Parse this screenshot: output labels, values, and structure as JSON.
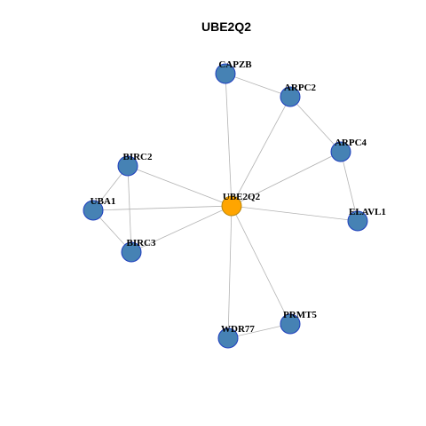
{
  "title": "UBE2Q2",
  "colors": {
    "hub_fill": "#FFA500",
    "node_fill": "#4682B4",
    "node_stroke": "#1F3FBF",
    "edge": "#B3B3B3"
  },
  "nodes": [
    {
      "id": "UBE2Q2",
      "label": "UBE2Q2",
      "hub": true
    },
    {
      "id": "CAPZB",
      "label": "CAPZB"
    },
    {
      "id": "ARPC2",
      "label": "ARPC2"
    },
    {
      "id": "ARPC4",
      "label": "ARPC4"
    },
    {
      "id": "ELAVL1",
      "label": "ELAVL1"
    },
    {
      "id": "PRMT5",
      "label": "PRMT5"
    },
    {
      "id": "WDR77",
      "label": "WDR77"
    },
    {
      "id": "BIRC2",
      "label": "BIRC2"
    },
    {
      "id": "UBA1",
      "label": "UBA1"
    },
    {
      "id": "BIRC3",
      "label": "BIRC3"
    }
  ],
  "edges": [
    [
      "UBE2Q2",
      "CAPZB"
    ],
    [
      "UBE2Q2",
      "ARPC2"
    ],
    [
      "UBE2Q2",
      "ARPC4"
    ],
    [
      "UBE2Q2",
      "ELAVL1"
    ],
    [
      "UBE2Q2",
      "PRMT5"
    ],
    [
      "UBE2Q2",
      "WDR77"
    ],
    [
      "UBE2Q2",
      "BIRC2"
    ],
    [
      "UBE2Q2",
      "UBA1"
    ],
    [
      "UBE2Q2",
      "BIRC3"
    ],
    [
      "CAPZB",
      "ARPC2"
    ],
    [
      "ARPC2",
      "ARPC4"
    ],
    [
      "ARPC4",
      "ELAVL1"
    ],
    [
      "PRMT5",
      "WDR77"
    ],
    [
      "BIRC2",
      "UBA1"
    ],
    [
      "BIRC2",
      "BIRC3"
    ],
    [
      "UBA1",
      "BIRC3"
    ]
  ]
}
